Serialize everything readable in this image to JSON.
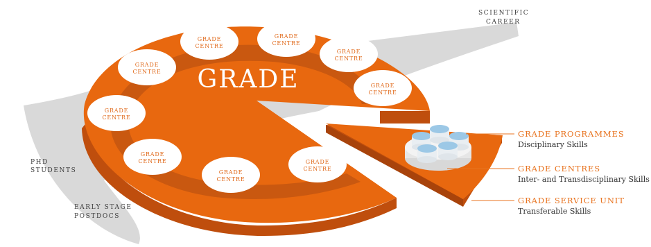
{
  "diagram": {
    "title": "GRADE",
    "career_labels": {
      "scientific": [
        "SCIENTIFIC",
        "CAREER"
      ],
      "phd": [
        "PHD",
        "STUDENTS"
      ],
      "postdocs": [
        "EARLY STAGE",
        "POSTDOCS"
      ]
    },
    "centres": [
      {
        "lines": [
          "GRADE",
          "CENTRE"
        ]
      },
      {
        "lines": [
          "GRADE",
          "CENTRE"
        ]
      },
      {
        "lines": [
          "GRADE",
          "CENTRE"
        ]
      },
      {
        "lines": [
          "GRADE",
          "CENTRE"
        ]
      },
      {
        "lines": [
          "GRADE",
          "CENTRE"
        ]
      },
      {
        "lines": [
          "GRADE",
          "CENTRE"
        ]
      },
      {
        "lines": [
          "GRADE",
          "CENTRE"
        ]
      },
      {
        "lines": [
          "GRADE",
          "CENTRE"
        ]
      },
      {
        "lines": [
          "GRADE",
          "CENTRE"
        ]
      }
    ],
    "legend": [
      {
        "title": "GRADE PROGRAMMES",
        "subtitle": "Disciplinary Skills"
      },
      {
        "title": "GRADE CENTRES",
        "subtitle": "Inter- and Transdisciplinary Skills"
      },
      {
        "title": "GRADE SERVICE UNIT",
        "subtitle": "Transferable Skills"
      }
    ],
    "colors": {
      "orange": "#e8680f",
      "orange_side": "#bf4e0d",
      "orange_ring": "#c95810",
      "gray_band": "#d9d9d9",
      "cylinder": "#9cc8e6",
      "legend_accent": "#e8731f"
    }
  }
}
